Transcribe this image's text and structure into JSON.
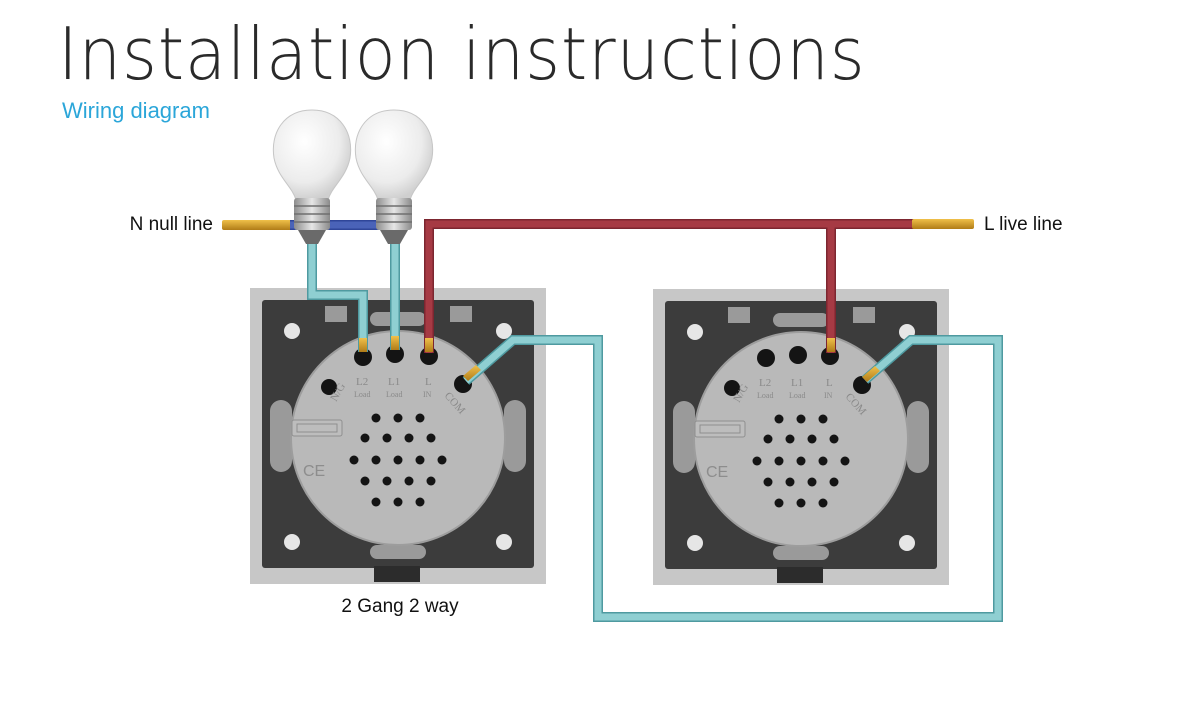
{
  "header": {
    "title": "Installation instructions",
    "subtitle": "Wiring diagram"
  },
  "labels": {
    "neutral": "N null line",
    "live": "L live line",
    "caption": "2 Gang 2 way"
  },
  "terminals": {
    "n": "N/G",
    "l2": "L2",
    "l1": "L1",
    "l": "L",
    "com": "COM",
    "load": "Load",
    "in": "IN"
  },
  "marks": {
    "ce": "CE"
  },
  "colors": {
    "neutral_wire": "#4a63b8",
    "live_wire": "#a63a44",
    "load_wire": "#8fcfd2",
    "traveler_wire": "#8fcfd2",
    "wire_end": "#d9a534",
    "frame": "#c4c4c4",
    "panel": "#3c3c3c",
    "module": "#b9b9b9"
  }
}
